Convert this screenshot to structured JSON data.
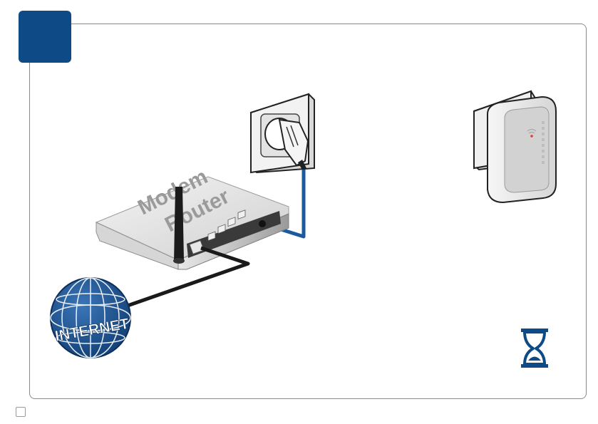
{
  "router": {
    "line1": "Modem",
    "line2": "Router"
  },
  "globe": {
    "label": "INTERNET"
  },
  "colors": {
    "brand_blue": "#0d4a86",
    "globe_blue": "#1d5896",
    "cable_blue": "#1c5aa0",
    "cable_dark": "#1a1a1a",
    "frame_gray": "#8a8a8a"
  },
  "icons": {
    "step": "step-badge",
    "socket": "wall-socket-icon",
    "plug": "power-plug-icon",
    "repeater": "wifi-repeater-icon",
    "timer": "hourglass-icon",
    "globe": "internet-globe-icon"
  }
}
